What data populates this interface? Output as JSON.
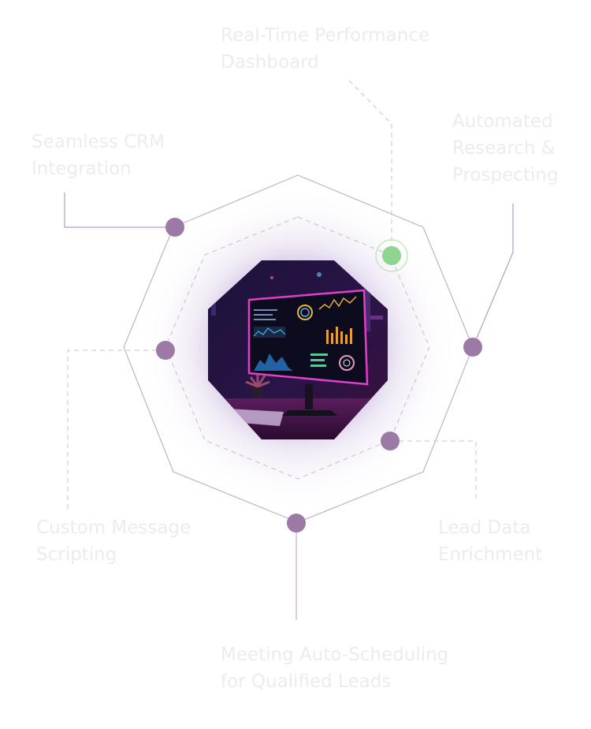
{
  "features": {
    "realtime_dashboard": {
      "line1": "Real-Time Performance",
      "line2": "Dashboard",
      "icon": "green-node-icon"
    },
    "crm_integration": {
      "line1": "Seamless CRM",
      "line2": "Integration",
      "icon": "purple-node-icon"
    },
    "automated_research": {
      "line1": "Automated",
      "line2": "Research &",
      "line3": "Prospecting",
      "icon": "purple-node-icon"
    },
    "custom_scripting": {
      "line1": "Custom Message",
      "line2": "Scripting",
      "icon": "purple-node-icon"
    },
    "lead_enrichment": {
      "line1": "Lead Data",
      "line2": "Enrichment",
      "icon": "purple-node-icon"
    },
    "meeting_scheduling": {
      "line1": "Meeting Auto-Scheduling",
      "line2": "for Qualified Leads",
      "icon": "purple-node-icon"
    }
  },
  "colors": {
    "node_purple": "#9b7aa6",
    "node_active": "#8fd48f",
    "outline": "#c4b0cc",
    "label_text": "#ececec",
    "center_glow": "#6a3a98",
    "screen_accent": "#e040c8"
  },
  "center_image": {
    "icon": "analytics-monitor-icon"
  }
}
